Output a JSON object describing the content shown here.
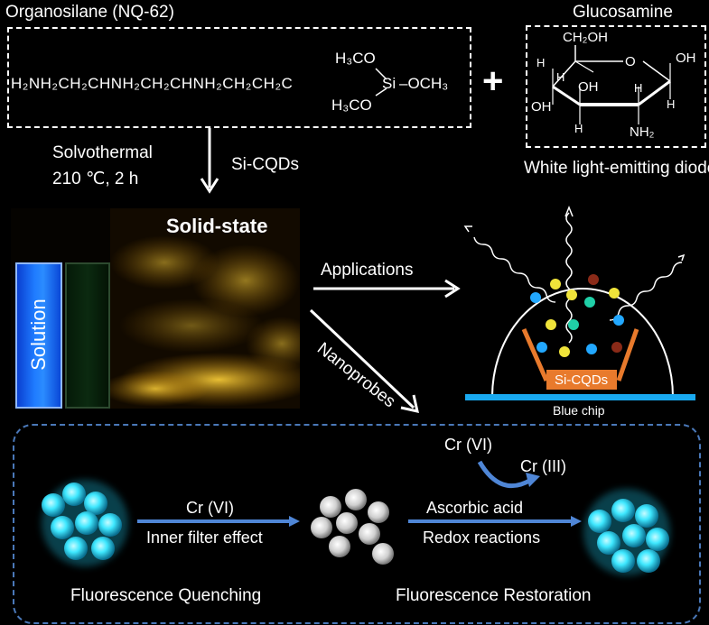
{
  "organosilane": {
    "title": "Organosilane (NQ-62)",
    "formula_main": "H₂NH₂CH₂CHNH₂CH₂CHNH₂CH₂CH₂C",
    "si_group": "Si",
    "och3_right": "–OCH₃",
    "h3co_top": "H₃CO",
    "h3co_bottom": "H₃CO"
  },
  "plus_sign": "+",
  "glucosamine": {
    "title": "Glucosamine",
    "ch2oh": "CH₂OH",
    "o": "O",
    "oh_right": "OH",
    "oh_mid": "OH",
    "oh_left": "OH",
    "nh2": "NH₂",
    "h": "H"
  },
  "wled_label": "White light-emitting diodes",
  "synthesis": {
    "method": "Solvothermal",
    "conditions": "210 ℃, 2 h",
    "product": "Si-CQDs"
  },
  "photo": {
    "solid_state": "Solid-state",
    "solution": "Solution"
  },
  "arrows": {
    "applications": "Applications",
    "nanoprobes": "Nanoprobes"
  },
  "led": {
    "chip_label": "Si-CQDs",
    "blue_chip": "Blue chip"
  },
  "probe": {
    "cr6_top": "Cr (VI)",
    "cr6_arrow": "Cr (VI)",
    "inner_filter": "Inner filter effect",
    "cr3": "Cr (III)",
    "ascorbic": "Ascorbic acid",
    "redox": "Redox reactions",
    "quenching": "Fluorescence Quenching",
    "restoration": "Fluorescence Restoration"
  },
  "colors": {
    "background": "#000000",
    "arrow_blue": "#4f86d6",
    "chip_blue": "#19a9f0",
    "chip_orange": "#e87a2c",
    "dot_blue": "#22a8ff",
    "dot_teal": "#20d0a8",
    "dot_yellow": "#f0e43a",
    "dot_red": "#8a2a18",
    "glow_cyan": "#3fe8ff"
  }
}
